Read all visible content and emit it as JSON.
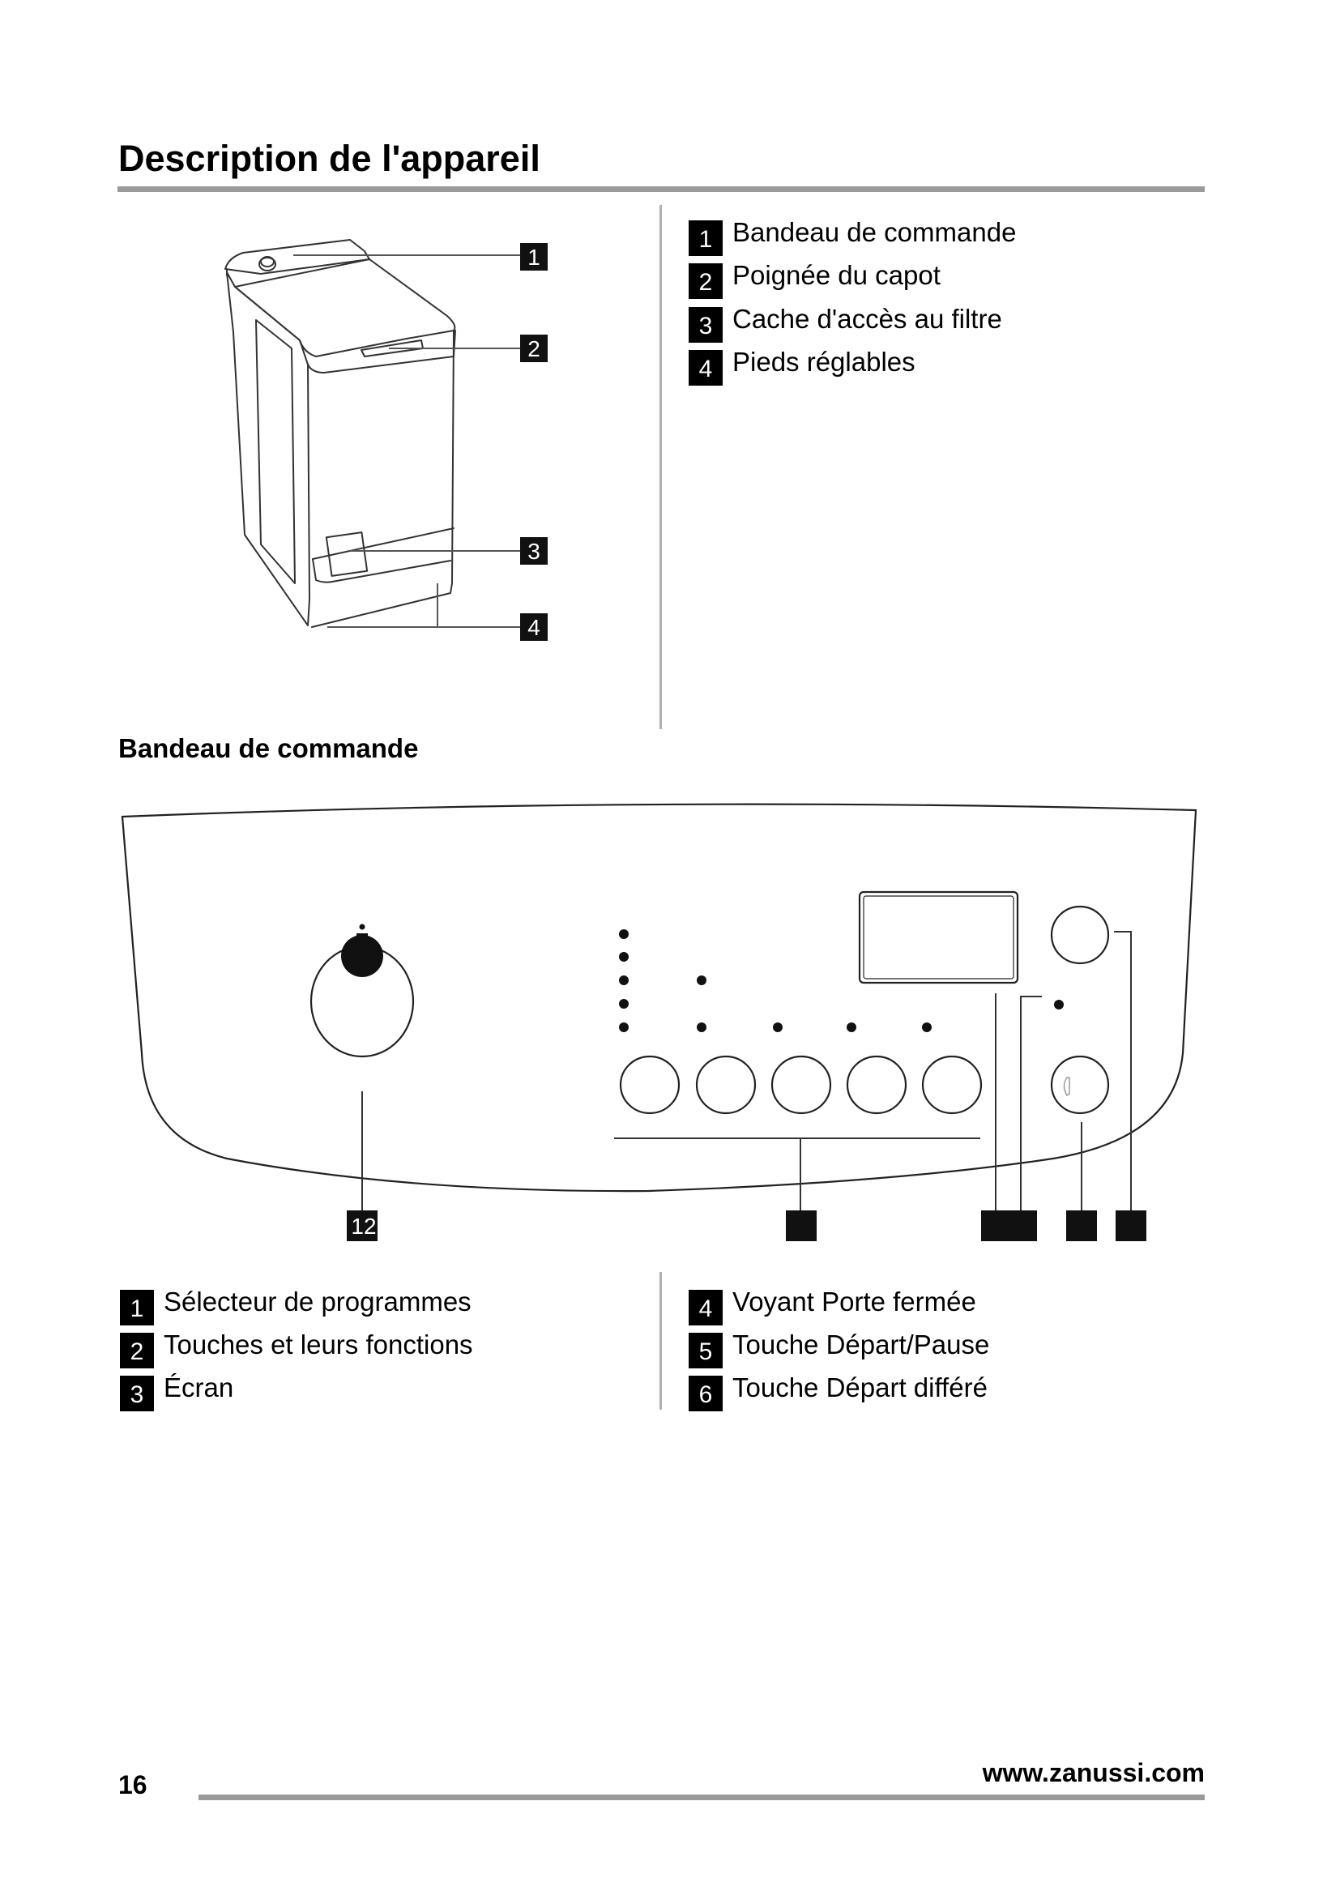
{
  "page": {
    "title": "Description de l'appareil",
    "page_number": "16",
    "website": "www.zanussi.com"
  },
  "appliance": {
    "callouts": [
      "1",
      "2",
      "3",
      "4"
    ],
    "legend": [
      {
        "number": "1",
        "label": "Bandeau de commande"
      },
      {
        "number": "2",
        "label": "Poignée du capot"
      },
      {
        "number": "3",
        "label": "Cache d'accès au filtre"
      },
      {
        "number": "4",
        "label": "Pieds réglables"
      }
    ]
  },
  "control_panel": {
    "heading": "Bandeau de commande",
    "callout_selector": "12",
    "legend_left": [
      {
        "number": "1",
        "label": "Sélecteur de programmes"
      },
      {
        "number": "2",
        "label": "Touches et leurs fonctions"
      },
      {
        "number": "3",
        "label": "Écran"
      }
    ],
    "legend_right": [
      {
        "number": "4",
        "label": "Voyant Porte fermée"
      },
      {
        "number": "5",
        "label": "Touche Départ/Pause"
      },
      {
        "number": "6",
        "label": "Touche Départ différé"
      }
    ]
  },
  "colors": {
    "rule": "#9a9a9a",
    "ink": "#000000",
    "line": "#333333"
  }
}
